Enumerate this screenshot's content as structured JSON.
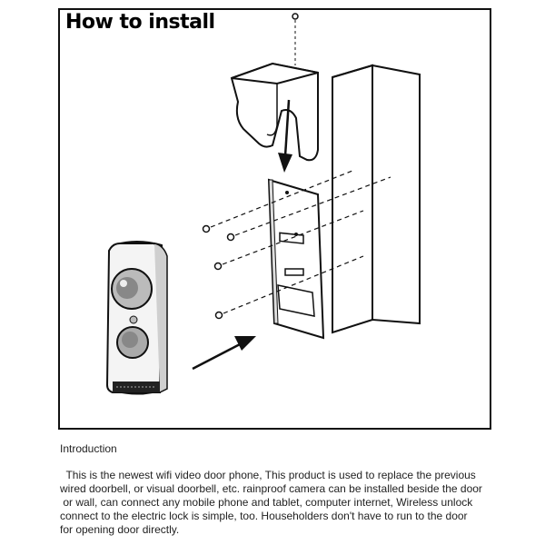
{
  "diagram": {
    "title": "How to install"
  },
  "introduction": {
    "heading": "Introduction",
    "lines": [
      "  This is the newest wifi video door phone, This product is used to replace the previous",
      "wired doorbell, or visual doorbell, etc. rainproof camera can be installed beside the door",
      " or wall, can connect any mobile phone and tablet, computer internet, Wireless unlock",
      "connect to the electric lock is simple, too. Householders don't have to run to the door",
      "for opening door directly."
    ]
  }
}
